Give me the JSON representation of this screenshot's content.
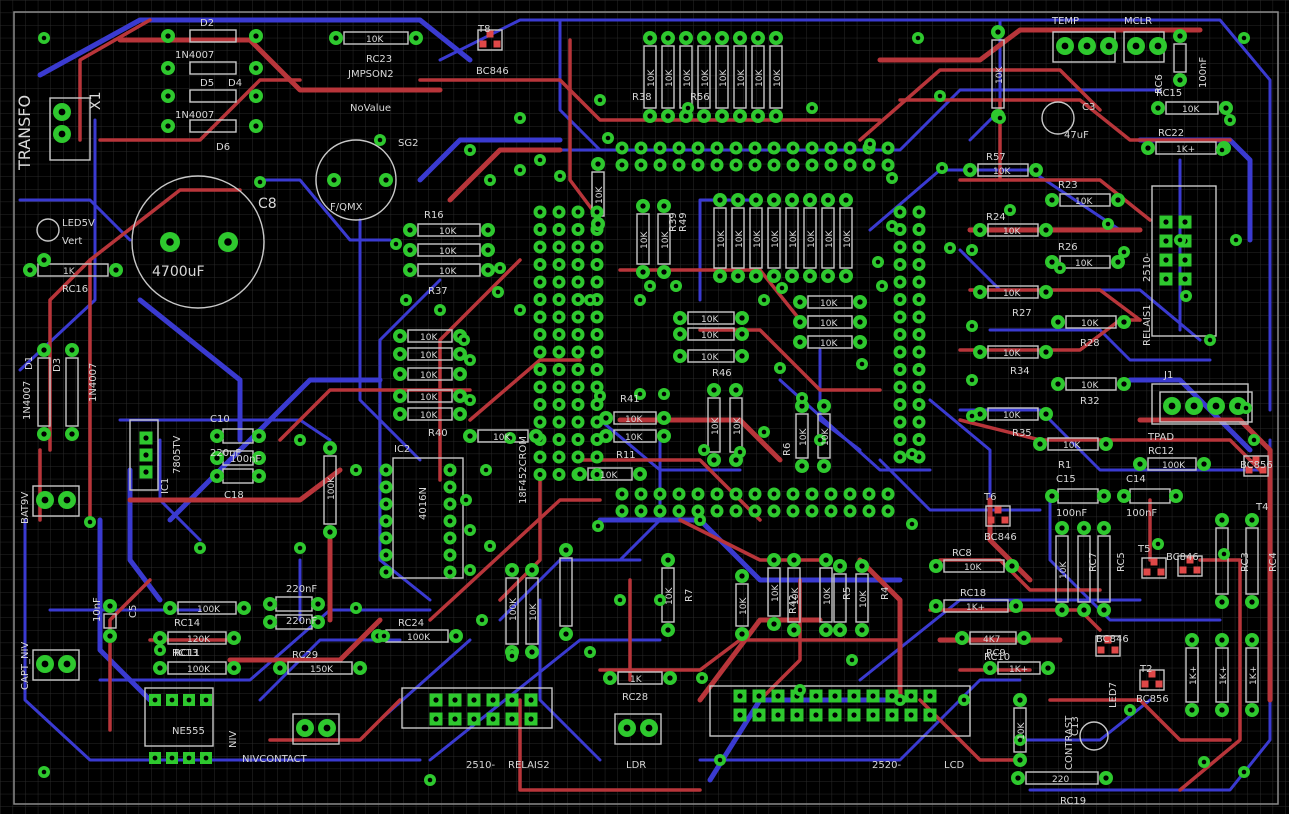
{
  "colors": {
    "background": "#000000",
    "grid": "#2c2c2c",
    "top_trace": "#b8353a",
    "bottom_trace": "#3a3ad0",
    "pad": "#2ec82e",
    "via_hole": "#000000",
    "silkscreen": "#c8c8c8",
    "outline": "#8a8a8a"
  },
  "labels": {
    "transfo": "TRANSFO",
    "x1": "X1",
    "d2": "D2",
    "d5": "D5",
    "d4": "D4",
    "d6": "D6",
    "n4007a": "1N4007",
    "n4007b": "1N4007",
    "rc23": "RC23",
    "rc23v": "10K",
    "jmpson2": "JMPSON2",
    "novalue": "NoValue",
    "sg2": "SG2",
    "fqmx": "F/QMX",
    "t8": "T8",
    "bc846_t8": "BC846",
    "c8": "C8",
    "c8v": "4700uF",
    "led5v": "LED5V",
    "vert": "Vert",
    "rc16": "RC16",
    "rc16v": "1K",
    "r16": "R16",
    "r37": "R37",
    "r38": "R38",
    "r56": "R56",
    "r39": "R39",
    "r49": "R49",
    "r40": "R40",
    "r41": "R41",
    "r11": "R11",
    "r46": "R46",
    "r6": "R6",
    "r57": "R57",
    "r23": "R23",
    "r24": "R24",
    "r26": "R26",
    "r27": "R27",
    "r28": "R28",
    "r34": "R34",
    "r32": "R32",
    "r35": "R35",
    "r1": "R1",
    "r7": "R7",
    "r42": "R42",
    "r5": "R5",
    "r4": "R4",
    "temp": "TEMP",
    "mclr": "MCLR",
    "rc6": "RC6",
    "c6v": "100nF",
    "c3": "C3",
    "c3v": "47uF",
    "rc15": "RC15",
    "rc22": "RC22",
    "rc22v": "1K+",
    "relais1": "RELAIS1",
    "n2510a": "2510-",
    "j1": "J1",
    "tpad": "TPAD",
    "rc12": "RC12",
    "c15": "C15",
    "c14": "C14",
    "nf100a": "100nF",
    "nf100b": "100nF",
    "t6": "T6",
    "bc846_t6": "BC846",
    "bc856": "BC856",
    "t4": "T4",
    "t5": "T5",
    "bc846_t5": "BC846",
    "rc7": "RC7",
    "rc5": "RC5",
    "rc3": "RC3",
    "rc4": "RC4",
    "rc8": "RC8",
    "rc18": "RC18",
    "rc18v": "1K+",
    "rc9": "RC9",
    "rc9v": "4K7",
    "rc10": "RC10",
    "rc10v": "1K+",
    "bc846_t2": "BC846",
    "t2": "T2",
    "bc856_t2": "BC856",
    "led_amber": "LED7",
    "c13": "C13",
    "ntc": "CONTRAST",
    "rc19": "RC19",
    "rc19v": "220",
    "lcd": "LCD",
    "n2520": "2520-",
    "ldr": "LDR",
    "rc28": "RC28",
    "rc28v": "1K",
    "relais2": "RELAIS2",
    "n2510b": "2510-",
    "rc24": "RC24",
    "rc24v": "100K",
    "ne555": "NE555",
    "niv": "NIV",
    "nivcontact": "NIVCONTACT",
    "capt_niv": "CAPT_NIV",
    "bat9v": "BAT9V",
    "ic1": "IC1",
    "reg": "7805TV",
    "c10": "C10",
    "c10v": "220nF",
    "c18": "C18",
    "c18v": "100nF",
    "d1": "D1",
    "d3": "D3",
    "n4007c": "1N4007",
    "n4007d": "1N4007",
    "ic2": "IC2",
    "ic2v": "4016N",
    "picrom": "18F452CROM",
    "rc14": "RC14",
    "rc11": "RC11",
    "rc13": "RC13",
    "c5": "C5",
    "c5v": "10nF",
    "c220a": "220nF",
    "c220b": "220nF",
    "rc29": "RC29",
    "rc29v": "150K",
    "v100k": "100K",
    "v120k": "120K",
    "v10k": "10K",
    "v1k": "1K",
    "v1kp": "1K+"
  }
}
